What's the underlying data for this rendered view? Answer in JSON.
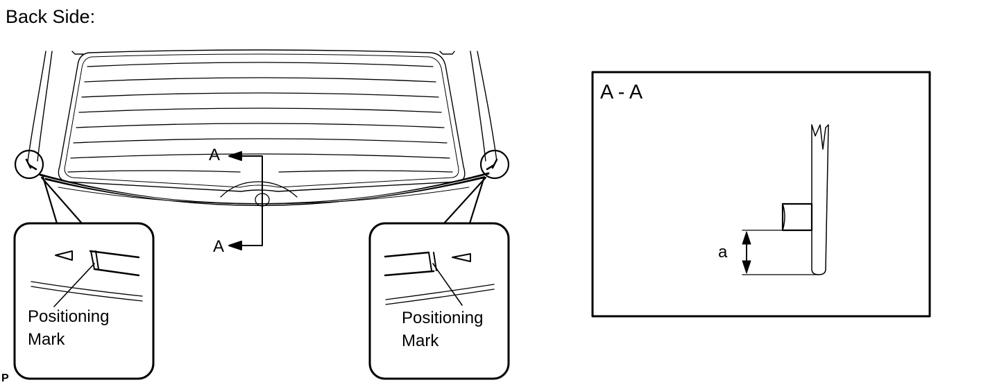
{
  "heading": "Back Side:",
  "section_marker": "A",
  "section_view_title": "A - A",
  "callout_left": {
    "line1": "Positioning",
    "line2": "Mark"
  },
  "callout_right": {
    "line1": "Positioning",
    "line2": "Mark"
  },
  "dimension_label": "a",
  "figure_code": "P"
}
